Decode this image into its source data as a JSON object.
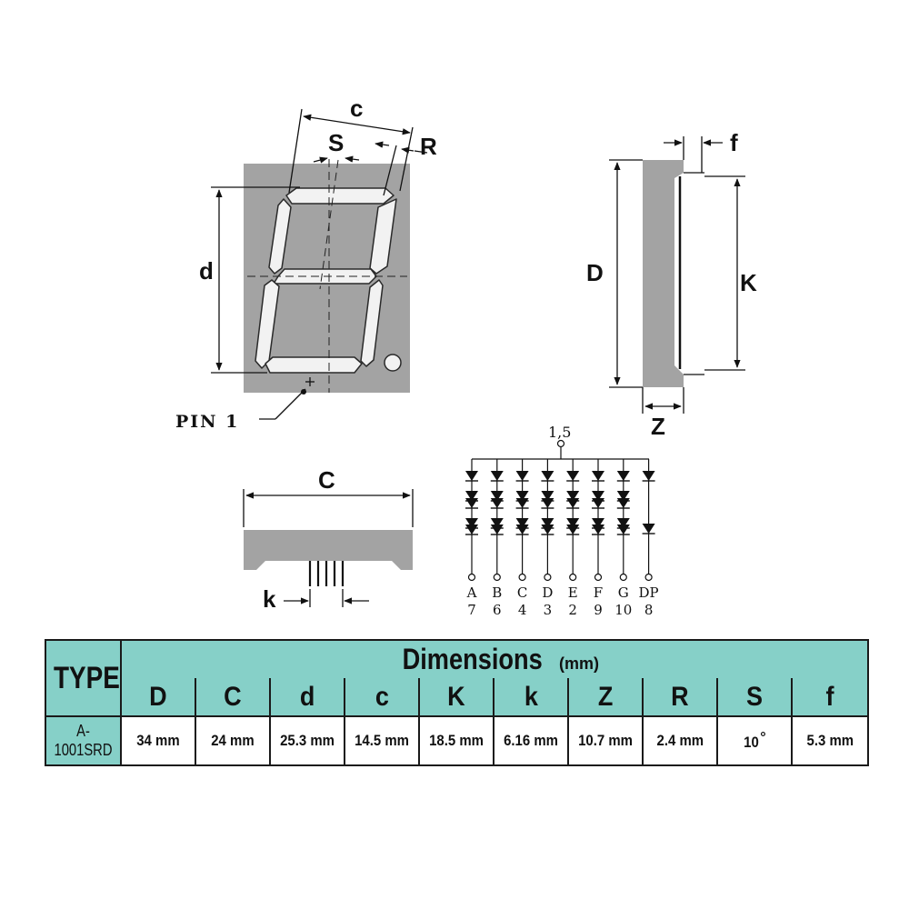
{
  "labels": {
    "c_top": "c",
    "s": "S",
    "r": "R",
    "d_left": "d",
    "pin1": "PIN 1",
    "f": "f",
    "D": "D",
    "K": "K",
    "Z": "Z",
    "C": "C",
    "k": "k",
    "common": "1,5"
  },
  "circuit": {
    "segments": [
      {
        "letter": "A",
        "pin": "7"
      },
      {
        "letter": "B",
        "pin": "6"
      },
      {
        "letter": "C",
        "pin": "4"
      },
      {
        "letter": "D",
        "pin": "3"
      },
      {
        "letter": "E",
        "pin": "2"
      },
      {
        "letter": "F",
        "pin": "9"
      },
      {
        "letter": "G",
        "pin": "10"
      },
      {
        "letter": "DP",
        "pin": "8"
      }
    ]
  },
  "table": {
    "type_header": "TYPE",
    "title": "Dimensions",
    "unit": "(mm)",
    "columns": [
      "D",
      "C",
      "d",
      "c",
      "K",
      "k",
      "Z",
      "R",
      "S",
      "f"
    ],
    "type_value": "A-1001SRD",
    "values": [
      "34 mm",
      "24 mm",
      "25.3 mm",
      "14.5 mm",
      "18.5 mm",
      "6.16 mm",
      "10.7 mm",
      "2.4 mm",
      "10",
      "5.3 mm"
    ],
    "degree_symbol": "°"
  },
  "colors": {
    "body_gray": "#a3a3a3",
    "header_teal": "#86d0c8",
    "line": "#111111"
  }
}
